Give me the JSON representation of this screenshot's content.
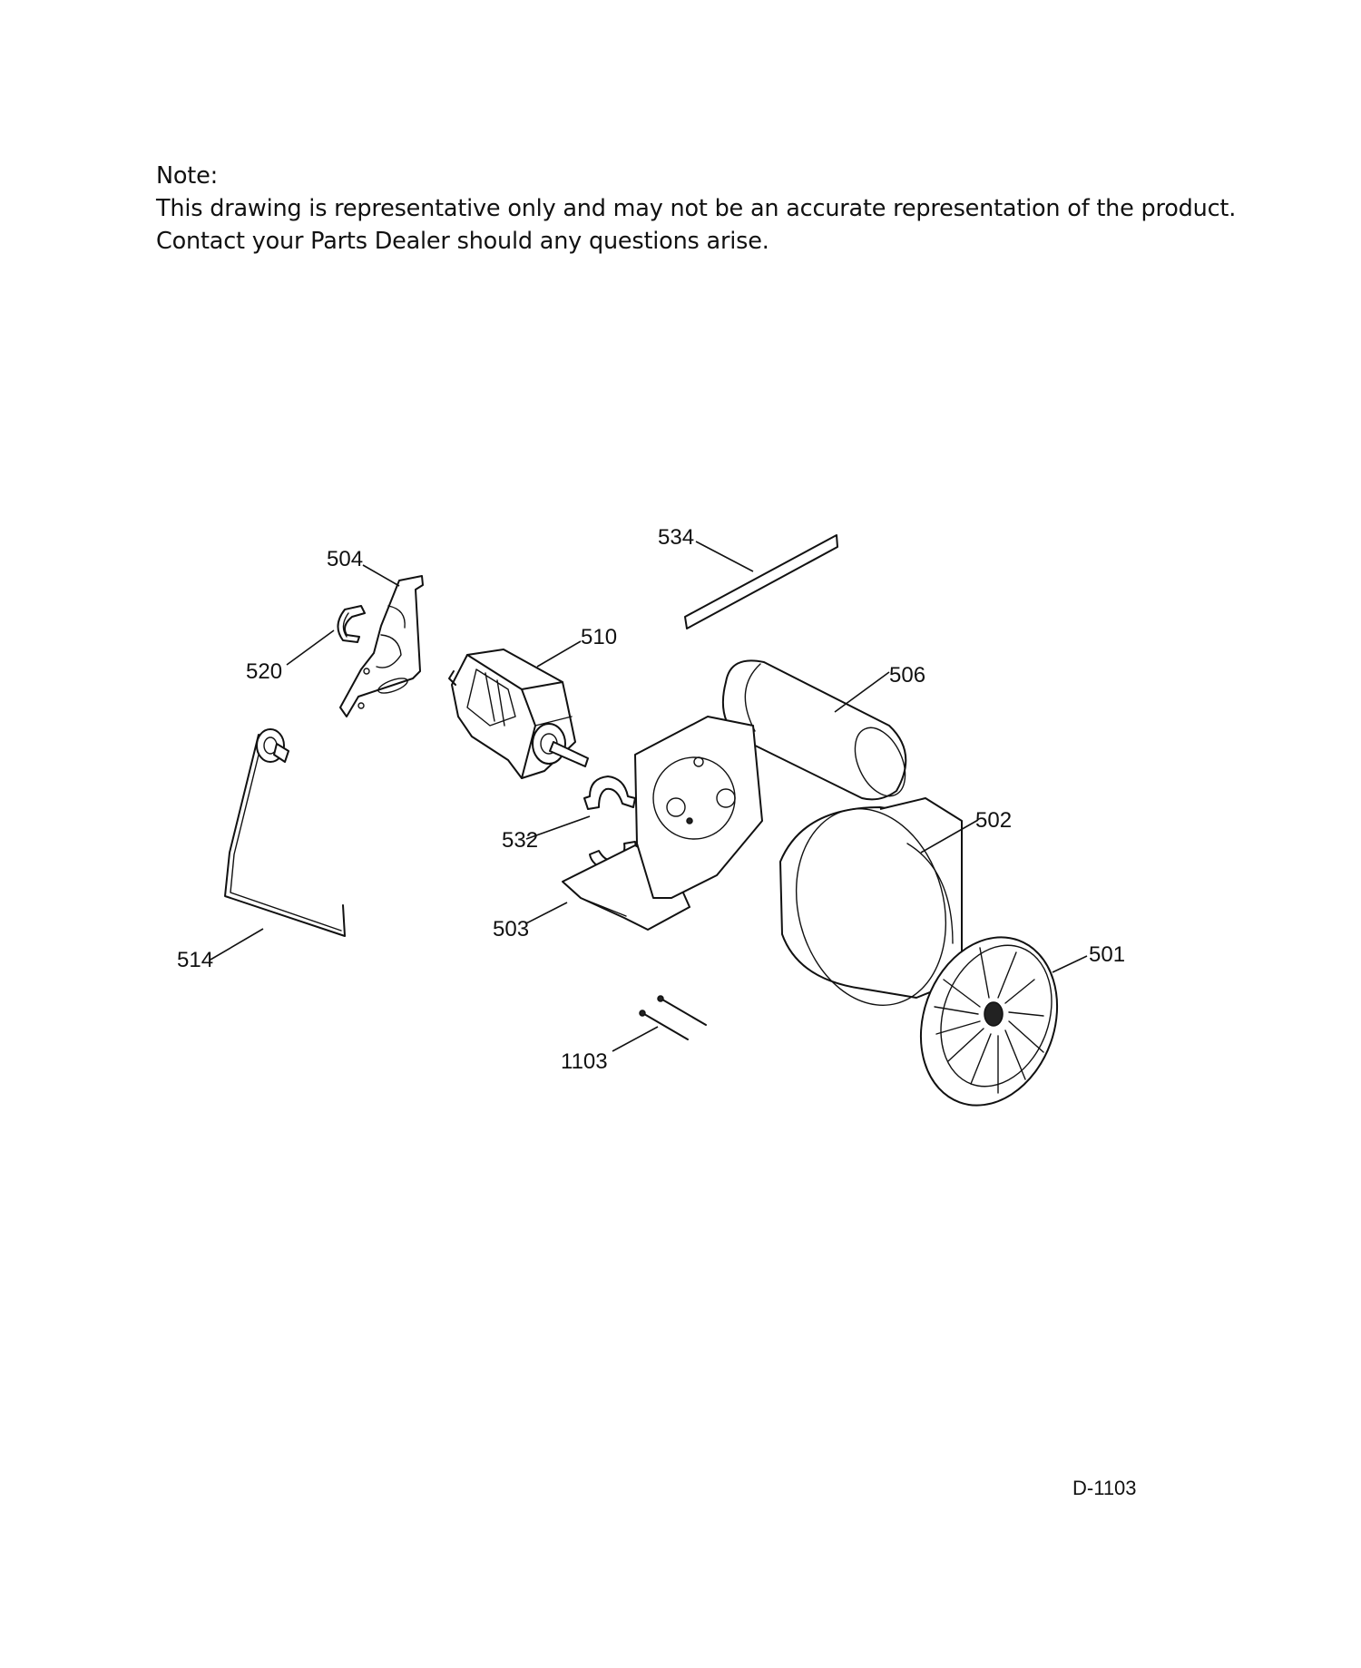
{
  "note": {
    "heading": "Note:",
    "line1": "This drawing is representative only and may not be an accurate representation of the product.",
    "line2": "Contact your Parts Dealer should any questions arise."
  },
  "parts": [
    {
      "id": "504",
      "name": "motor-mount-bracket"
    },
    {
      "id": "520",
      "name": "clip"
    },
    {
      "id": "510",
      "name": "motor"
    },
    {
      "id": "534",
      "name": "strip"
    },
    {
      "id": "506",
      "name": "duct-tube"
    },
    {
      "id": "514",
      "name": "idler-pulley-arm"
    },
    {
      "id": "532",
      "name": "motor-clamp"
    },
    {
      "id": "502",
      "name": "blower-housing"
    },
    {
      "id": "503",
      "name": "motor-base"
    },
    {
      "id": "501",
      "name": "blower-wheel"
    },
    {
      "id": "1103",
      "name": "screws"
    }
  ],
  "drawing_code": "D-1103"
}
